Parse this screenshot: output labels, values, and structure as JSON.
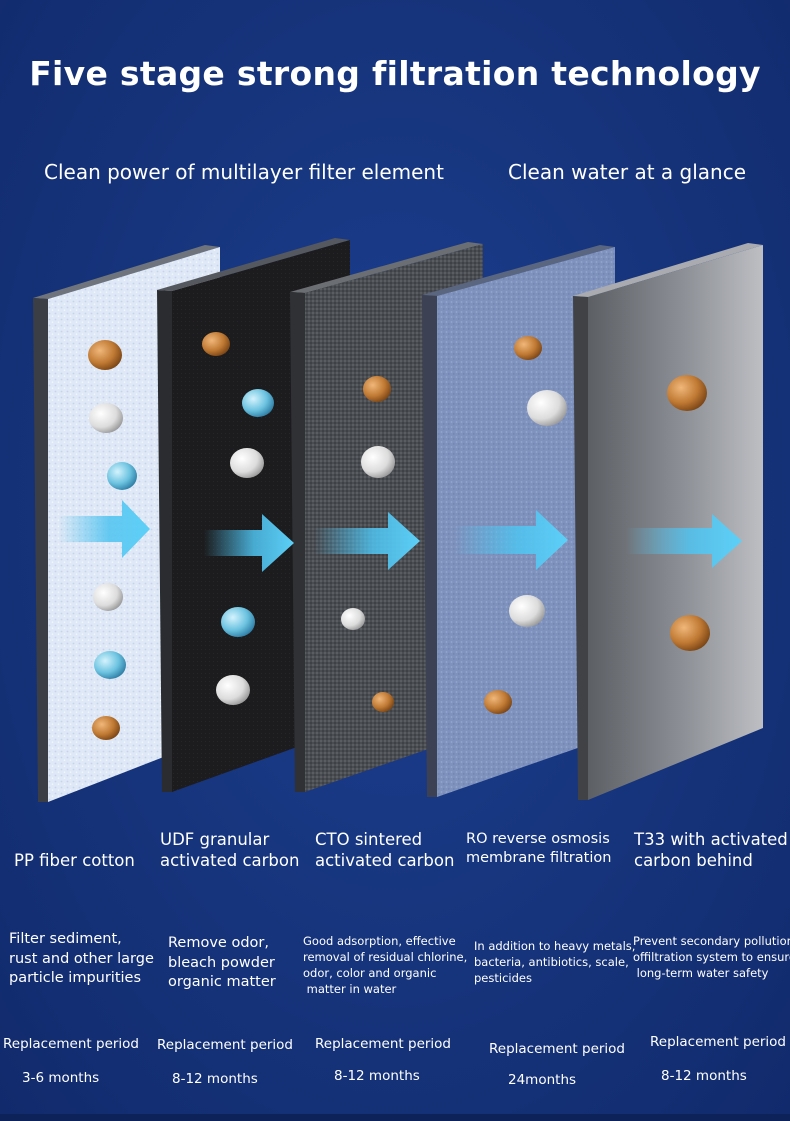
{
  "title": "Five stage strong filtration technology",
  "subtitle_left": "Clean power of multilayer filter element",
  "subtitle_right": "Clean water at a glance",
  "stages": [
    {
      "name_lines": [
        "PP fiber cotton"
      ],
      "description_lines": [
        "Filter sediment,",
        "rust and other large",
        "particle impurities"
      ],
      "period_label": "Replacement period",
      "period_value": "3-6 months"
    },
    {
      "name_lines": [
        "UDF granular",
        "activated carbon"
      ],
      "description_lines": [
        "Remove odor,",
        "bleach powder",
        "organic matter"
      ],
      "period_label": "Replacement period",
      "period_value": "8-12 months"
    },
    {
      "name_lines": [
        "CTO sintered",
        "activated carbon"
      ],
      "description_lines": [
        "Good adsorption, effective",
        "removal of residual chlorine,",
        "odor, color and organic",
        " matter in water"
      ],
      "period_label": "Replacement period",
      "period_value": "8-12 months"
    },
    {
      "name_lines": [
        "RO reverse osmosis",
        "membrane filtration"
      ],
      "description_lines": [
        "In addition to heavy metals,",
        "bacteria, antibiotics, scale,",
        "pesticides"
      ],
      "period_label": "Replacement period",
      "period_value": "24months"
    },
    {
      "name_lines": [
        "T33 with activated",
        "carbon behind"
      ],
      "description_lines": [
        "Prevent secondary pollution",
        "offiltration system to ensure",
        " long-term water safety"
      ],
      "period_label": "Replacement period",
      "period_value": "8-12 months"
    }
  ],
  "colors": {
    "background": "#14307a",
    "particle_brown": "#c07a34",
    "particle_white": "#e8e8e8",
    "particle_blue": "#6cc3e0",
    "arrow": "#4fc3f0"
  }
}
